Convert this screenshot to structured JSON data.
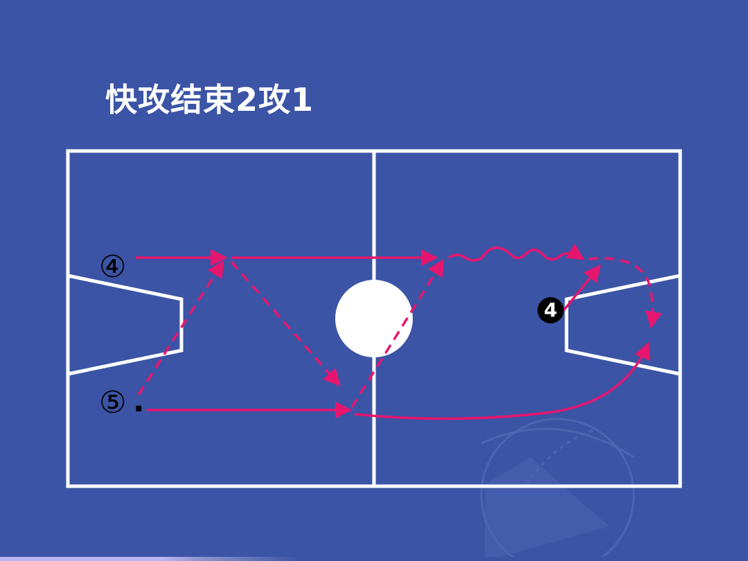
{
  "slide": {
    "title": "快攻结束2攻1"
  },
  "players": {
    "attacker_a": "④",
    "attacker_b": "⑤",
    "attacker_b_dot": ".",
    "defender": "4"
  },
  "colors": {
    "background": "#3c54a5",
    "court_lines": "#ffffff",
    "path": "#e6156e",
    "watermark": "#5a6fbf"
  }
}
